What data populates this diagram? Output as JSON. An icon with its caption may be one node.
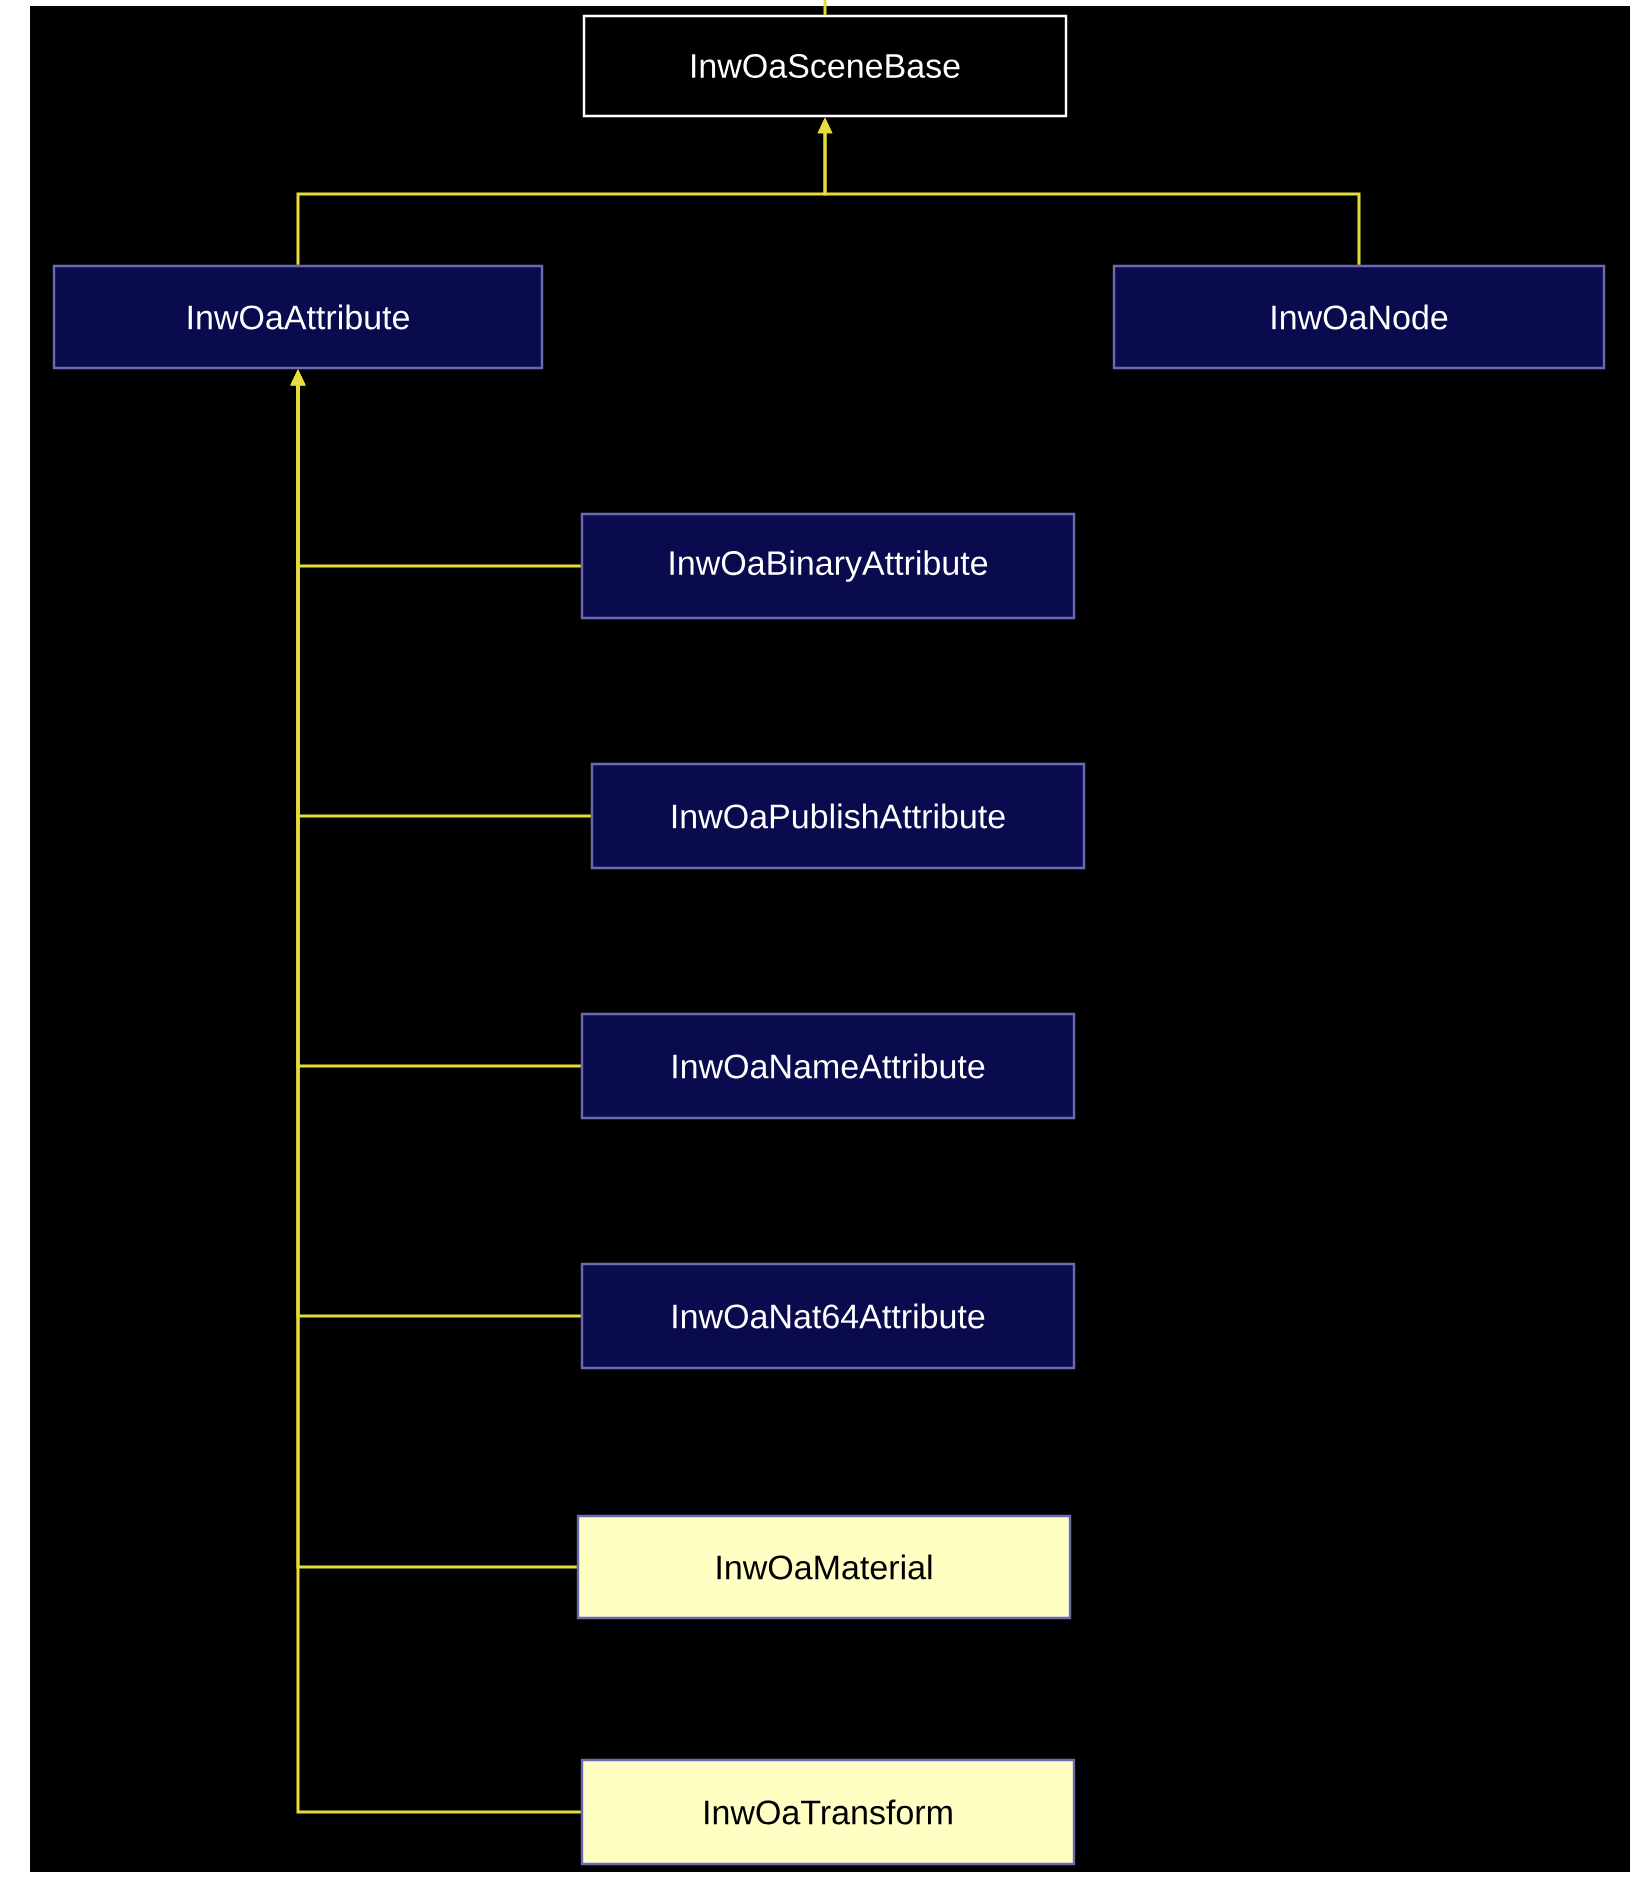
{
  "diagram": {
    "nodes": [
      {
        "text": [
          "InwOaSceneBase"
        ]
      },
      {
        "text": [
          "InwOaAttribute"
        ]
      },
      {
        "text": [
          "InwOaNode"
        ]
      },
      {
        "text": [
          "InwOaBinaryAttribute"
        ]
      },
      {
        "text": [
          "InwOaPublishAttribute"
        ]
      },
      {
        "text": [
          "InwOaNameAttribute"
        ]
      },
      {
        "text": [
          "InwOaNat64Attribute"
        ]
      },
      {
        "text": [
          "InwOaMaterial"
        ]
      },
      {
        "text": [
          "InwOaTransform"
        ]
      }
    ],
    "edges": [
      {
        "from": 0,
        "to": null,
        "arrow": "none"
      },
      {
        "from": 1,
        "to": 0,
        "arrow": "to"
      },
      {
        "from": 2,
        "to": 0,
        "arrow": "to"
      },
      {
        "from": 3,
        "to": 1,
        "arrow": "to"
      },
      {
        "from": 4,
        "to": 1,
        "arrow": "to"
      },
      {
        "from": 5,
        "to": 1,
        "arrow": "to"
      },
      {
        "from": 6,
        "to": 1,
        "arrow": "to"
      },
      {
        "from": 7,
        "to": 1,
        "arrow": "to"
      },
      {
        "from": 8,
        "to": 1,
        "arrow": "to"
      }
    ]
  }
}
